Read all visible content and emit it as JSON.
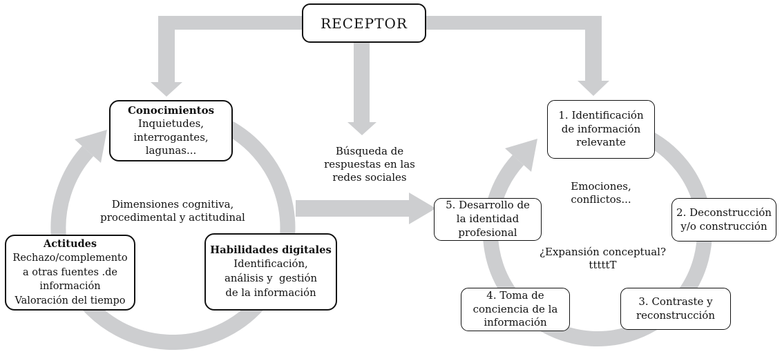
{
  "diagram": {
    "colors": {
      "arrow_gray": "#cdced0",
      "box_border": "#111111",
      "background": "#ffffff"
    },
    "receptor_label": "RECEPTOR",
    "middle_label": "Búsqueda de\nrespuestas en las\nredes sociales",
    "left_cycle": {
      "center_label": "Dimensiones cognitiva,\nprocedimental y actitudinal",
      "boxes": [
        {
          "title": "Conocimientos",
          "body": "Inquietudes,\ninterrogantes,\nlagunas..."
        },
        {
          "title": "Actitudes",
          "body": "Rechazo/complemento\na otras fuentes .de\ninformación\nValoración del tiempo"
        },
        {
          "title": "Habilidades digitales",
          "body": "Identificación,\nanálisis y  gestión\nde la información"
        }
      ]
    },
    "right_cycle": {
      "steps": [
        {
          "label": "1. Identificación\nde información\nrelevante"
        },
        {
          "label": "2. Deconstrucción\ny/o construcción"
        },
        {
          "label": "3. Contraste y\nreconstrucción"
        },
        {
          "label": "4. Toma de\nconciencia de la\ninformación"
        },
        {
          "label": "5. Desarrollo de\nla identidad\nprofesional"
        }
      ],
      "inner_labels": [
        {
          "text": "Emociones,\nconflictos..."
        },
        {
          "text": "¿Expansión conceptual?\ntttttT"
        }
      ]
    }
  }
}
